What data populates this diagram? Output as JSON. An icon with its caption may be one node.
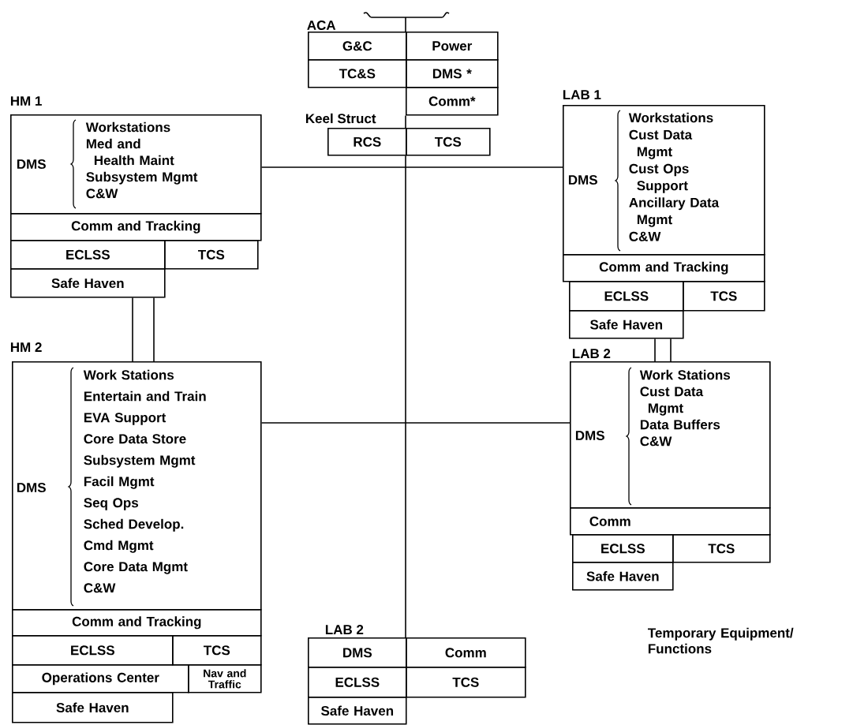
{
  "diagram": {
    "nodes": [
      {
        "text": [
          "G&C"
        ]
      },
      {
        "text": [
          "Power"
        ]
      },
      {
        "text": [
          "TC&S"
        ]
      },
      {
        "text": [
          "DMS *"
        ]
      },
      {
        "text": [
          "Comm*"
        ]
      },
      {
        "text": [
          "RCS"
        ]
      },
      {
        "text": [
          "TCS"
        ]
      },
      {
        "text": [
          "DMS",
          "Workstations",
          "Med and Health Maint",
          "Subsystem Mgmt",
          "C&W"
        ]
      },
      {
        "text": [
          "Comm and Tracking"
        ]
      },
      {
        "text": [
          "ECLSS"
        ]
      },
      {
        "text": [
          "TCS"
        ]
      },
      {
        "text": [
          "Safe Haven"
        ]
      },
      {
        "text": [
          "DMS",
          "Workstations",
          "Cust Data Mgmt",
          "Cust Ops Support",
          "Ancillary Data Mgmt",
          "C&W"
        ]
      },
      {
        "text": [
          "Comm and Tracking"
        ]
      },
      {
        "text": [
          "ECLSS"
        ]
      },
      {
        "text": [
          "TCS"
        ]
      },
      {
        "text": [
          "Safe Haven"
        ]
      },
      {
        "text": [
          "DMS",
          "Work Stations",
          "Entertain and Train",
          "EVA Support",
          "Core Data Store",
          "Subsystem Mgmt",
          "Facil Mgmt",
          "Seq Ops",
          "Sched Develop.",
          "Cmd Mgmt",
          "Core Data Mgmt",
          "C&W"
        ]
      },
      {
        "text": [
          "Comm and Tracking"
        ]
      },
      {
        "text": [
          "ECLSS"
        ]
      },
      {
        "text": [
          "TCS"
        ]
      },
      {
        "text": [
          "Operations Center"
        ]
      },
      {
        "text": [
          "Nav and Traffic"
        ]
      },
      {
        "text": [
          "Safe Haven"
        ]
      },
      {
        "text": [
          "DMS",
          "Work Stations",
          "Cust Data Mgmt",
          "Data Buffers",
          "C&W"
        ]
      },
      {
        "text": [
          "Comm"
        ]
      },
      {
        "text": [
          "ECLSS"
        ]
      },
      {
        "text": [
          "TCS"
        ]
      },
      {
        "text": [
          "Safe Haven"
        ]
      },
      {
        "text": [
          "DMS"
        ]
      },
      {
        "text": [
          "Comm"
        ]
      },
      {
        "text": [
          "ECLSS"
        ]
      },
      {
        "text": [
          "TCS"
        ]
      },
      {
        "text": [
          "Safe Haven"
        ]
      }
    ],
    "edges": [
      {
        "from": 4,
        "to": 6,
        "arrow": "none"
      },
      {
        "from": 6,
        "to": 30,
        "arrow": "none"
      },
      {
        "from": 7,
        "to": 12,
        "arrow": "none"
      },
      {
        "from": 11,
        "to": 17,
        "arrow": "none"
      },
      {
        "from": 11,
        "to": 17,
        "arrow": "none"
      },
      {
        "from": 16,
        "to": 24,
        "arrow": "none"
      },
      {
        "from": 16,
        "to": 24,
        "arrow": "none"
      },
      {
        "from": 17,
        "to": 24,
        "arrow": "none"
      }
    ],
    "labels": [
      "ACA",
      "HM 1",
      "LAB 1",
      "Keel Struct",
      "HM 2",
      "LAB 2",
      "LAB 2",
      "Temporary Equipment/ Functions"
    ]
  }
}
